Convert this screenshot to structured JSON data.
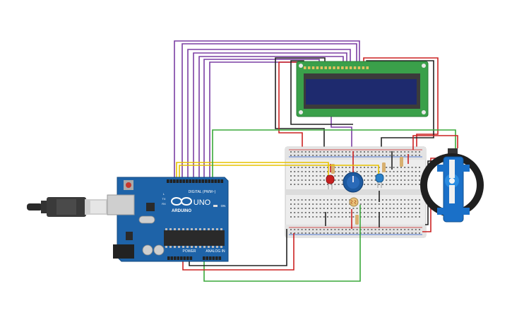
{
  "arduino": {
    "brand": "ARDUINO",
    "model": "UNO",
    "digital_label": "DIGITAL (PWM~)",
    "power_label": "POWER",
    "analog_label": "ANALOG IN",
    "on_label": "ON",
    "tx_label": "TX",
    "rx_label": "RX",
    "l_label": "L",
    "board_color": "#1e63a8"
  },
  "lcd": {
    "screen_color": "#1e2a6e",
    "pcb_color": "#3aa04a"
  },
  "wire_colors": {
    "purple": "#7b3fa3",
    "black": "#222222",
    "red": "#cc2222",
    "green": "#3aa83a",
    "yellow": "#e6c200"
  }
}
